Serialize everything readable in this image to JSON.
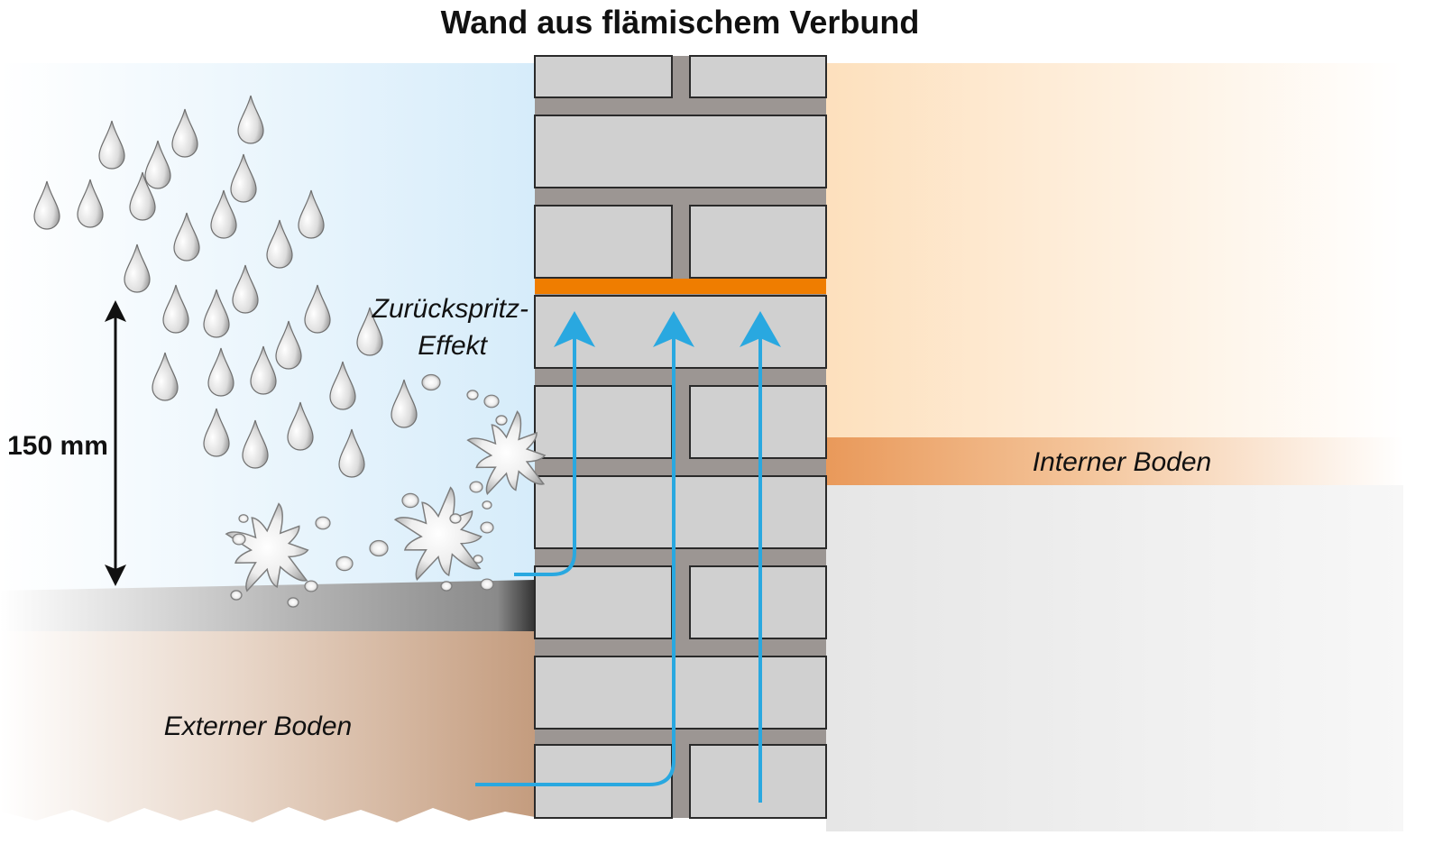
{
  "title": "Wand aus flämischem Verbund",
  "labels": {
    "splash_line1": "Zurückspritz-",
    "splash_line2": "Effekt",
    "internal_floor": "Interner Boden",
    "external_ground": "Externer Boden",
    "height": "150 mm"
  },
  "colors": {
    "rain_zone": "#d6ecfa",
    "interior_warm": "#fde0bd",
    "internal_floor": "#e9995a",
    "interior_lower": "#e8e8e8",
    "external_ground": "#c8a184",
    "paving": "#9a9a9a",
    "brick": "#d0d0d0",
    "mortar": "#9c9693",
    "damp_proof_course": "#ef7d00",
    "moisture_arrow": "#29a8e0"
  },
  "icons": [
    "raindrop-icon",
    "water-splash-icon",
    "moisture-arrow-icon",
    "dimension-arrow-icon"
  ]
}
